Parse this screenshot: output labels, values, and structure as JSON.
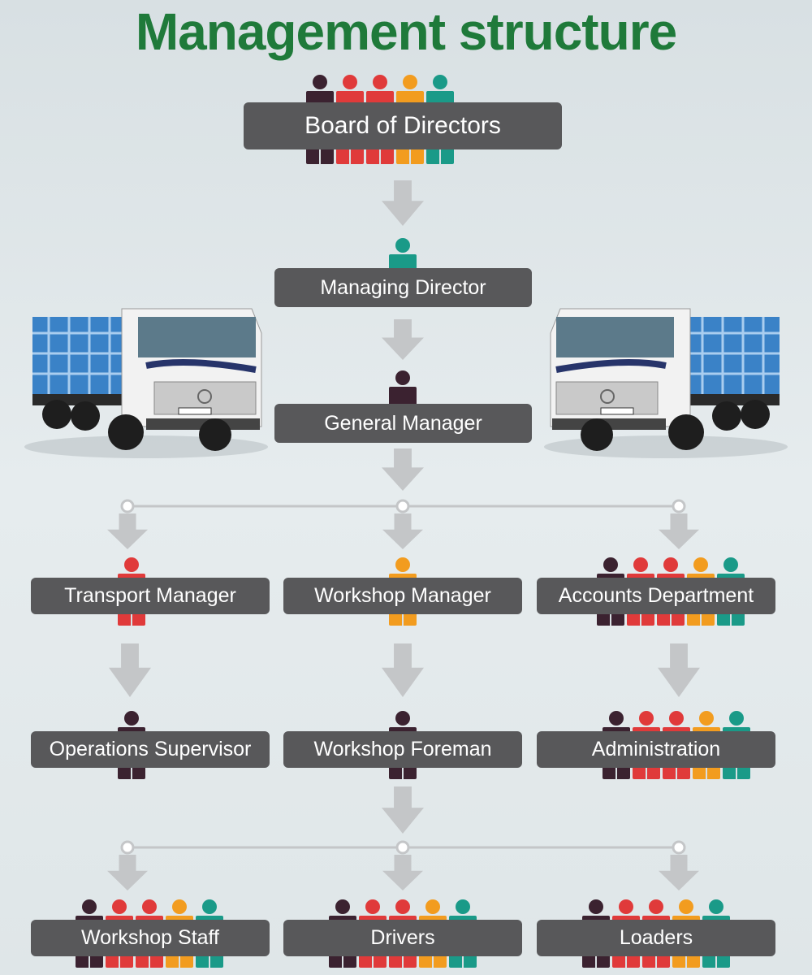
{
  "title": "Management structure",
  "colors": {
    "title": "#1f7a3a",
    "box": "#58585a",
    "box_text": "#ffffff",
    "arrow": "#c4c6c8",
    "connector": "#c4c6c8",
    "people": [
      "#3b2230",
      "#e03a3a",
      "#e03a3a",
      "#f29c1f",
      "#1a9a88"
    ]
  },
  "org_chart": {
    "top": [
      {
        "label": "Board of Directors",
        "people": [
          "dark",
          "red",
          "red",
          "orange",
          "teal"
        ]
      },
      {
        "label": "Managing Director",
        "people": [
          "teal"
        ]
      },
      {
        "label": "General Manager",
        "people": [
          "dark"
        ]
      }
    ],
    "columns": [
      {
        "manager": {
          "label": "Transport Manager",
          "people": [
            "red"
          ]
        },
        "sub": {
          "label": "Operations Supervisor",
          "people": [
            "dark"
          ]
        }
      },
      {
        "manager": {
          "label": "Workshop Manager",
          "people": [
            "orange"
          ]
        },
        "sub": {
          "label": "Workshop Foreman",
          "people": [
            "dark"
          ]
        }
      },
      {
        "manager": {
          "label": "Accounts Department",
          "people": [
            "dark",
            "red",
            "red",
            "orange",
            "teal"
          ]
        },
        "sub": {
          "label": "Administration",
          "people": [
            "dark",
            "red",
            "red",
            "orange",
            "teal"
          ]
        }
      }
    ],
    "teams": [
      {
        "label": "Workshop Staff",
        "people": [
          "dark",
          "red",
          "red",
          "orange",
          "teal"
        ]
      },
      {
        "label": "Drivers",
        "people": [
          "dark",
          "red",
          "red",
          "orange",
          "teal"
        ]
      },
      {
        "label": "Loaders",
        "people": [
          "dark",
          "red",
          "red",
          "orange",
          "teal"
        ]
      }
    ]
  },
  "images": {
    "left": "truck-photo",
    "right": "truck-photo"
  }
}
